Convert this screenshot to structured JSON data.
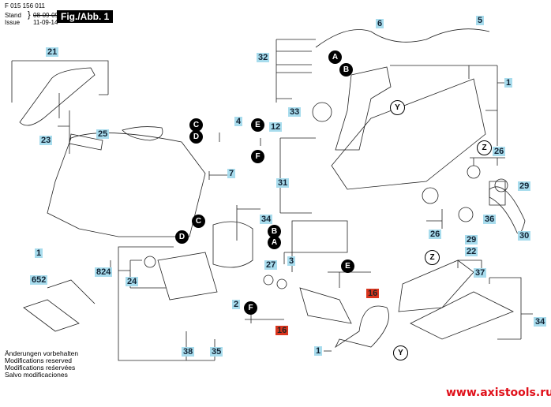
{
  "header": {
    "part_number": "F 015 156 011",
    "stand_label": "Stand",
    "issue_label": "Issue",
    "old_date": "08-09-09",
    "new_date": "11-09-14",
    "figure_label": "Fig./Abb. 1"
  },
  "part_labels": [
    {
      "id": "21",
      "style": "blue"
    },
    {
      "id": "25",
      "style": "blue"
    },
    {
      "id": "23",
      "style": "blue"
    },
    {
      "id": "32",
      "style": "blue"
    },
    {
      "id": "33",
      "style": "blue"
    },
    {
      "id": "31",
      "style": "blue"
    },
    {
      "id": "4",
      "style": "blue"
    },
    {
      "id": "12",
      "style": "blue"
    },
    {
      "id": "7",
      "style": "blue"
    },
    {
      "id": "6",
      "style": "blue"
    },
    {
      "id": "5",
      "style": "blue"
    },
    {
      "id": "1",
      "style": "blue"
    },
    {
      "id": "26",
      "style": "blue"
    },
    {
      "id": "29",
      "style": "blue"
    },
    {
      "id": "36",
      "style": "blue"
    },
    {
      "id": "30",
      "style": "blue"
    },
    {
      "id": "26",
      "style": "blue"
    },
    {
      "id": "29",
      "style": "blue"
    },
    {
      "id": "22",
      "style": "blue"
    },
    {
      "id": "37",
      "style": "blue"
    },
    {
      "id": "34",
      "style": "blue"
    },
    {
      "id": "34",
      "style": "blue"
    },
    {
      "id": "1",
      "style": "blue"
    },
    {
      "id": "652",
      "style": "blue"
    },
    {
      "id": "824",
      "style": "blue"
    },
    {
      "id": "24",
      "style": "blue"
    },
    {
      "id": "2",
      "style": "blue"
    },
    {
      "id": "27",
      "style": "blue"
    },
    {
      "id": "3",
      "style": "blue"
    },
    {
      "id": "38",
      "style": "blue"
    },
    {
      "id": "35",
      "style": "blue"
    },
    {
      "id": "16",
      "style": "red"
    },
    {
      "id": "16",
      "style": "red"
    },
    {
      "id": "1",
      "style": "blue"
    }
  ],
  "connectors": [
    "A",
    "B",
    "C",
    "D",
    "E",
    "F",
    "A",
    "B",
    "C",
    "D",
    "E",
    "F"
  ],
  "reference_marks": [
    "Y",
    "Y",
    "Z",
    "Z"
  ],
  "notes": [
    "Änderungen vorbehalten",
    "Modifications reserved",
    "Modifications reśervées",
    "Salvo modificaciones"
  ],
  "watermark": "www.axistools.ru",
  "colors": {
    "label_blue": "#a8dced",
    "label_red": "#d9351e",
    "watermark": "#e0101a"
  }
}
